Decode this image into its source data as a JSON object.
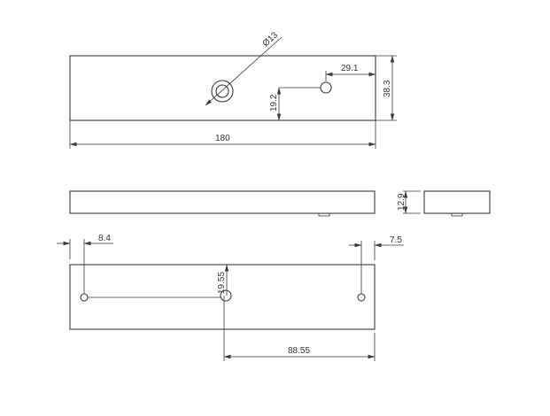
{
  "drawing": {
    "views": {
      "top": {
        "dimensions": {
          "diameter": "Ø13",
          "hole_from_right": "29.1",
          "hole_height": "19.2",
          "height": "38.3",
          "length": "180"
        }
      },
      "front": {
        "dimensions": {
          "thickness": "12.9"
        }
      },
      "bottom": {
        "dimensions": {
          "left_hole_offset": "8.4",
          "right_hole_offset": "7.5",
          "center_hole_height": "19.55",
          "center_to_right": "88.55"
        }
      }
    },
    "colors": {
      "line": "#3a3a3a",
      "background": "#ffffff"
    }
  }
}
